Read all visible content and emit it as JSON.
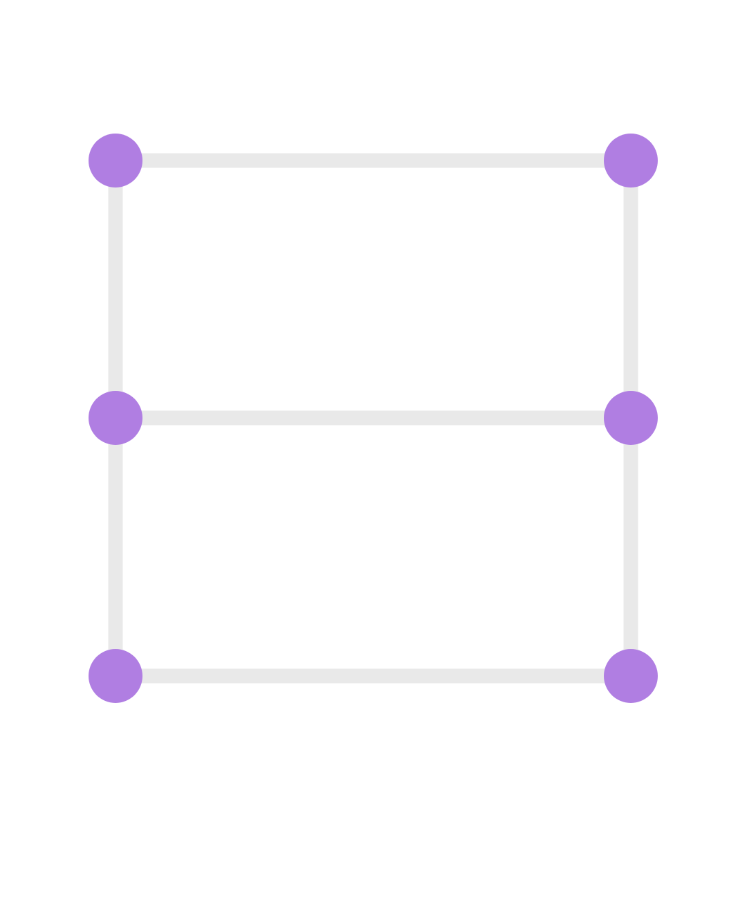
{
  "puzzle": {
    "colors": {
      "background": "#ffffff",
      "edge": "#e9e9e9",
      "node": "#b07ee2"
    },
    "nodes": [
      {
        "id": "n1",
        "row": 0,
        "col": 0
      },
      {
        "id": "n2",
        "row": 0,
        "col": 1
      },
      {
        "id": "n3",
        "row": 1,
        "col": 0
      },
      {
        "id": "n4",
        "row": 1,
        "col": 1
      },
      {
        "id": "n5",
        "row": 2,
        "col": 0
      },
      {
        "id": "n6",
        "row": 2,
        "col": 1
      }
    ],
    "edges": [
      {
        "from": "n1",
        "to": "n2"
      },
      {
        "from": "n3",
        "to": "n4"
      },
      {
        "from": "n5",
        "to": "n6"
      },
      {
        "from": "n1",
        "to": "n3"
      },
      {
        "from": "n3",
        "to": "n5"
      },
      {
        "from": "n2",
        "to": "n4"
      },
      {
        "from": "n4",
        "to": "n6"
      }
    ]
  }
}
